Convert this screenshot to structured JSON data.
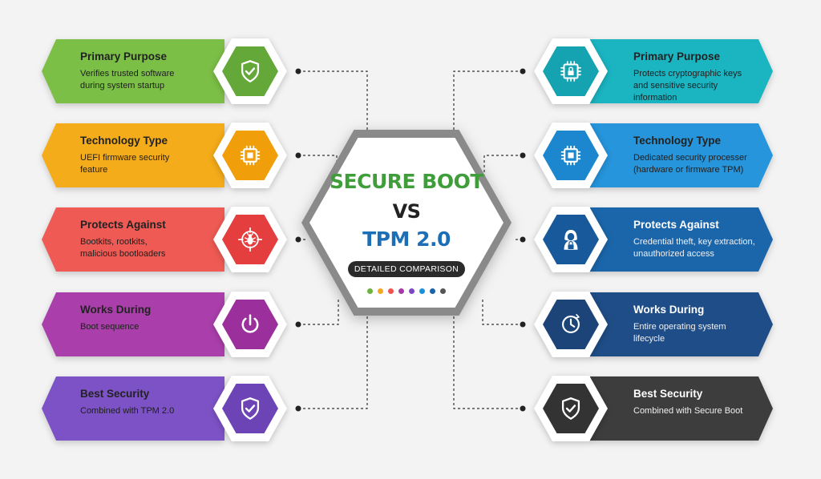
{
  "center": {
    "line1": "SECURE BOOT",
    "line2": "VS",
    "line3": "TPM 2.0",
    "badge": "DETAILED COMPARISON",
    "dot_colors": [
      "#6cb33f",
      "#f5a623",
      "#ef5350",
      "#a43aa4",
      "#7b49c1",
      "#1d8fd6",
      "#1a63a8",
      "#555555"
    ]
  },
  "left_cards": [
    {
      "title": "Primary Purpose",
      "desc": "Verifies trusted software during system startup",
      "color": "#7cbf47",
      "icon_color": "#64a83a",
      "icon": "shield-check-icon"
    },
    {
      "title": "Technology Type",
      "desc": "UEFI firmware security feature",
      "color": "#f5ac1a",
      "icon_color": "#f09e0a",
      "icon": "chip-icon"
    },
    {
      "title": "Protects Against",
      "desc": "Bootkits, rootkits, malicious bootloaders",
      "color": "#ef5b54",
      "icon_color": "#e53e3e",
      "icon": "bug-target-icon"
    },
    {
      "title": "Works During",
      "desc": "Boot sequence",
      "color": "#aa3fab",
      "icon_color": "#9b2f9c",
      "icon": "power-icon"
    },
    {
      "title": "Best Security",
      "desc": "Combined with TPM 2.0",
      "color": "#7d52c6",
      "icon_color": "#6d44b5",
      "icon": "shield-check-icon"
    }
  ],
  "right_cards": [
    {
      "title": "Primary Purpose",
      "desc": "Protects cryptographic keys and sensitive security information",
      "color": "#1bb5c2",
      "icon_color": "#16a3b1",
      "icon": "chip-lock-icon"
    },
    {
      "title": "Technology Type",
      "desc": "Dedicated security processer (hardware or firmware TPM)",
      "color": "#2695dc",
      "icon_color": "#1c87cf",
      "icon": "chip-icon"
    },
    {
      "title": "Protects Against",
      "desc": "Credential theft, key extraction, unauthorized access",
      "color": "#1b66ab",
      "icon_color": "#17599a",
      "icon": "hacker-lock-icon"
    },
    {
      "title": "Works During",
      "desc": "Entire operating system lifecycle",
      "color": "#1f4d87",
      "icon_color": "#1c4478",
      "icon": "clock-icon"
    },
    {
      "title": "Best Security",
      "desc": "Combined with Secure Boot",
      "color": "#3d3d3d",
      "icon_color": "#333333",
      "icon": "shield-check-icon"
    }
  ]
}
